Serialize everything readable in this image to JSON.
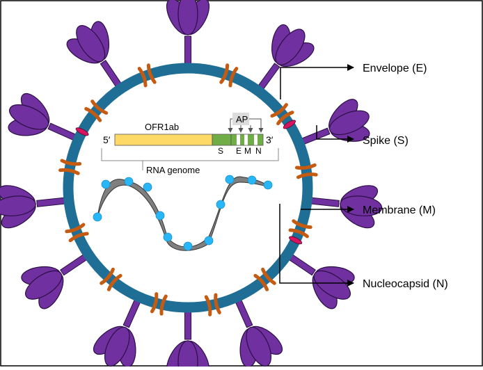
{
  "colors": {
    "membrane": "#1f6e96",
    "spike": "#7030a0",
    "spike_outline": "#2b0f45",
    "membrane_protein": "#c55a11",
    "envelope_protein": "#d6145f",
    "orf_yellow": "#ffd966",
    "orf_green": "#70ad47",
    "rna": "#7f7f7f",
    "nucleocapsid": "#29b6f6",
    "frame": "#000000"
  },
  "genome": {
    "five_prime": "5′",
    "three_prime": "3′",
    "ofr_label": "OFR1ab",
    "ap_label": "AP",
    "gene_labels": [
      "S",
      "E",
      "M",
      "N"
    ],
    "rna_label": "RNA genome"
  },
  "labels": {
    "envelope": "Envelope (E)",
    "spike": "Spike (S)",
    "membrane": "Membrane (M)",
    "nucleocapsid": "Nucleocapsid (N)"
  }
}
